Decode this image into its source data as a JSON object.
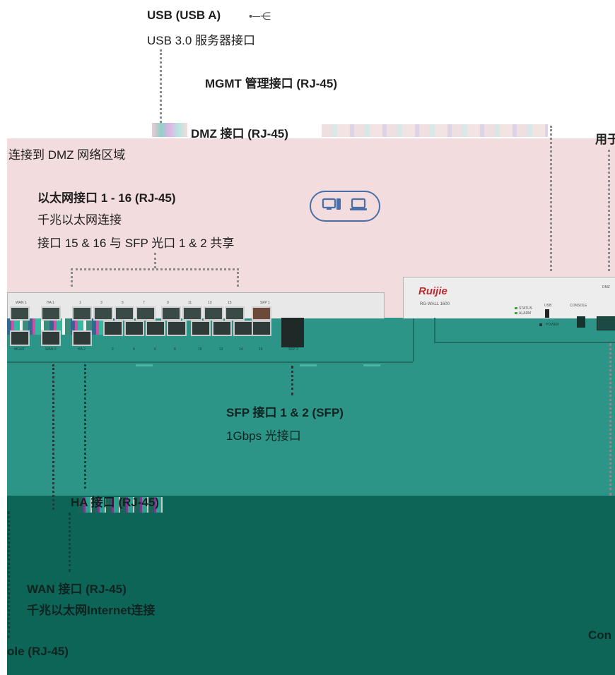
{
  "usb": {
    "title": "USB (USB A)",
    "subtitle": "USB 3.0 服务器接口"
  },
  "mgmt": {
    "title": "MGMT 管理接口 (RJ-45)"
  },
  "dmz": {
    "title": "DMZ 接口 (RJ-45)",
    "desc": "连接到 DMZ 网络区域"
  },
  "ethernet": {
    "title": "以太网接口 1 - 16 (RJ-45)",
    "line1": "千兆以太网连接",
    "line2": "接口 15 & 16 与 SFP 光口 1 & 2 共享"
  },
  "right_cut": "用于",
  "sfp": {
    "title": "SFP 接口 1 & 2 (SFP)",
    "desc": "1Gbps 光接口"
  },
  "ha": {
    "title": "HA 接口 (RJ-45)"
  },
  "wan": {
    "title": "WAN 接口 (RJ-45)",
    "desc": "千兆以太网Internet连接"
  },
  "console": {
    "left_cut": "ole (RJ-45)",
    "right_cut": "Con"
  },
  "device": {
    "brand": "Ruijie",
    "model": "RG-WALL 1600",
    "led_status": "STATUS",
    "led_alarm": "ALARM",
    "usb_label": "USB",
    "power_label": "POWER",
    "console_label": "CONSOLE",
    "dmz_label": "DMZ"
  },
  "port_labels_top": {
    "wan1": "WAN 1",
    "ha1": "HA 1",
    "p1": "1",
    "p3": "3",
    "p5": "5",
    "p7": "7",
    "p9": "9",
    "p11": "11",
    "p13": "13",
    "p15": "15",
    "sfp1": "SFP 1"
  },
  "port_labels_bottom": {
    "mgmt": "MGMT",
    "wan2": "WAN 2",
    "ha2": "HA 2",
    "p2": "2",
    "p4": "4",
    "p6": "6",
    "p8": "8",
    "p10": "10",
    "p12": "12",
    "p14": "14",
    "p16": "16",
    "sfp2": "SFP 2"
  },
  "icons": [
    "usb-icon",
    "console-terminal-icon",
    "laptop-icon"
  ],
  "colors": {
    "pink_band": "#f2dcdd",
    "teal_band": "#2c9587",
    "dark_band": "#0c6556",
    "accent_blue": "#4a6fa8"
  }
}
